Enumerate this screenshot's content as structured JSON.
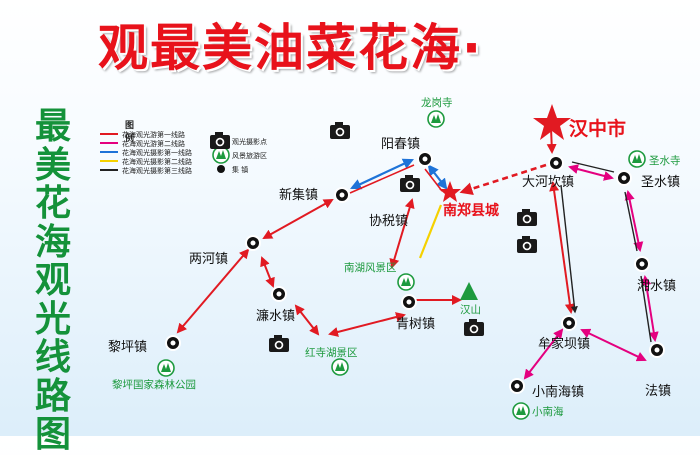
{
  "title": "观最美油菜花海·",
  "side_title": "最美花海观光线路图",
  "legend": {
    "title": "图  例",
    "routes": [
      {
        "label": "花海观光游第一线路",
        "color": "#e11a22"
      },
      {
        "label": "花海观光游第二线路",
        "color": "#e4007f"
      },
      {
        "label": "花海观光摄影第一线路",
        "color": "#1e73d8"
      },
      {
        "label": "花海观光摄影第二线路",
        "color": "#f5d100"
      },
      {
        "label": "花海观光摄影第三线路",
        "color": "#222222"
      }
    ],
    "symbols": [
      {
        "label": "观光摄影点",
        "icon": "camera-icon"
      },
      {
        "label": "风景旅游区",
        "icon": "scenic-area-icon"
      },
      {
        "label": "集  镇",
        "icon": "town-dot-icon"
      }
    ]
  },
  "cities": {
    "hanzhong": "汉中市",
    "nanzheng": "南郑县城"
  },
  "towns": {
    "yangchun": "阳春镇",
    "xinji": "新集镇",
    "xieshui": "协税镇",
    "lianghe": "两河镇",
    "lianshui": "濂水镇",
    "liping": "黎坪镇",
    "qingshu": "青树镇",
    "dahekan": "大河坎镇",
    "shengshui": "圣水镇",
    "xiangshui": "湘水镇",
    "moujiaba": "牟家坝镇",
    "xiaonanhai": "小南海镇",
    "fa": "法镇"
  },
  "scenic": {
    "longgang": "龙岗寺",
    "shengshui_temple": "圣水寺",
    "nanhu": "南湖风景区",
    "hanshan": "汉山",
    "hongsi": "红寺湖景区",
    "liping_forest": "黎坪国家森林公园",
    "xiaonanhai_area": "小南海"
  },
  "colors": {
    "title_red": "#e8121b",
    "side_green": "#14923a",
    "route_red": "#e11a22",
    "route_magenta": "#e4007f",
    "route_blue": "#1e73d8",
    "route_yellow": "#f5d100",
    "route_black": "#222222"
  }
}
